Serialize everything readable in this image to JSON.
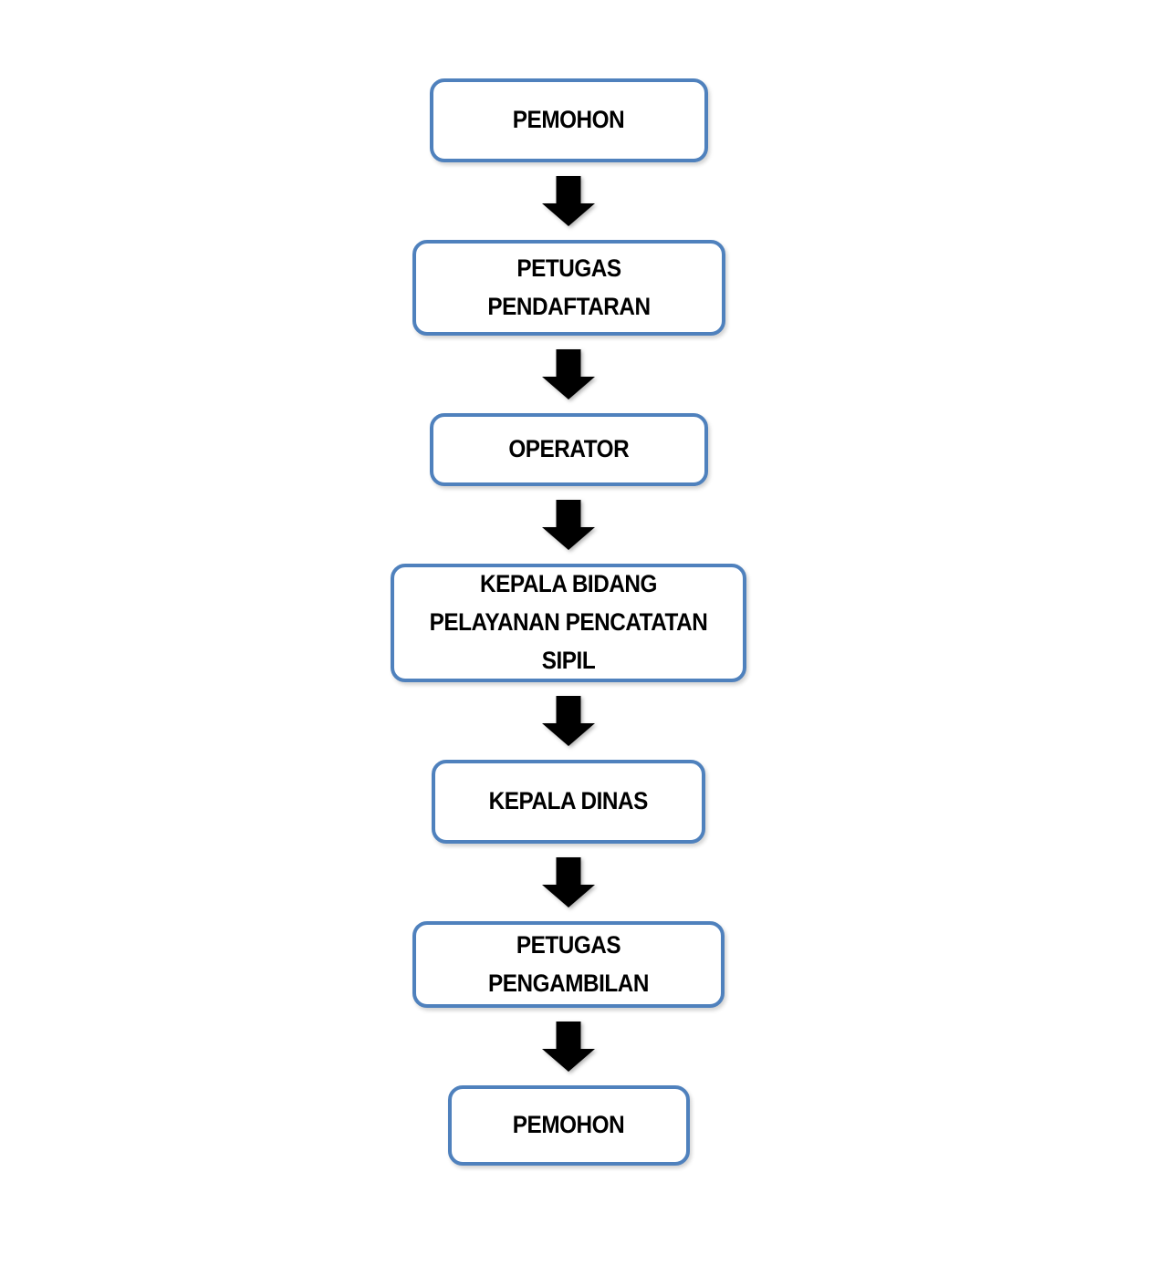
{
  "diagram": {
    "title": "Service flow chart",
    "background_color": "#ffffff",
    "box_border_color": "#4f81bd",
    "box_fill_color": "#ffffff",
    "text_color": "#000000",
    "arrow_color": "#000000",
    "arrow_icon": "down-block-arrow",
    "nodes": [
      {
        "label": "PEMOHON"
      },
      {
        "label": "PETUGAS PENDAFTARAN"
      },
      {
        "label": "OPERATOR"
      },
      {
        "label": "KEPALA BIDANG PELAYANAN PENCATATAN SIPIL"
      },
      {
        "label": "KEPALA DINAS"
      },
      {
        "label": "PETUGAS PENGAMBILAN"
      },
      {
        "label": "PEMOHON"
      }
    ],
    "edges": [
      {
        "from": 0,
        "to": 1
      },
      {
        "from": 1,
        "to": 2
      },
      {
        "from": 2,
        "to": 3
      },
      {
        "from": 3,
        "to": 4
      },
      {
        "from": 4,
        "to": 5
      },
      {
        "from": 5,
        "to": 6
      }
    ]
  }
}
